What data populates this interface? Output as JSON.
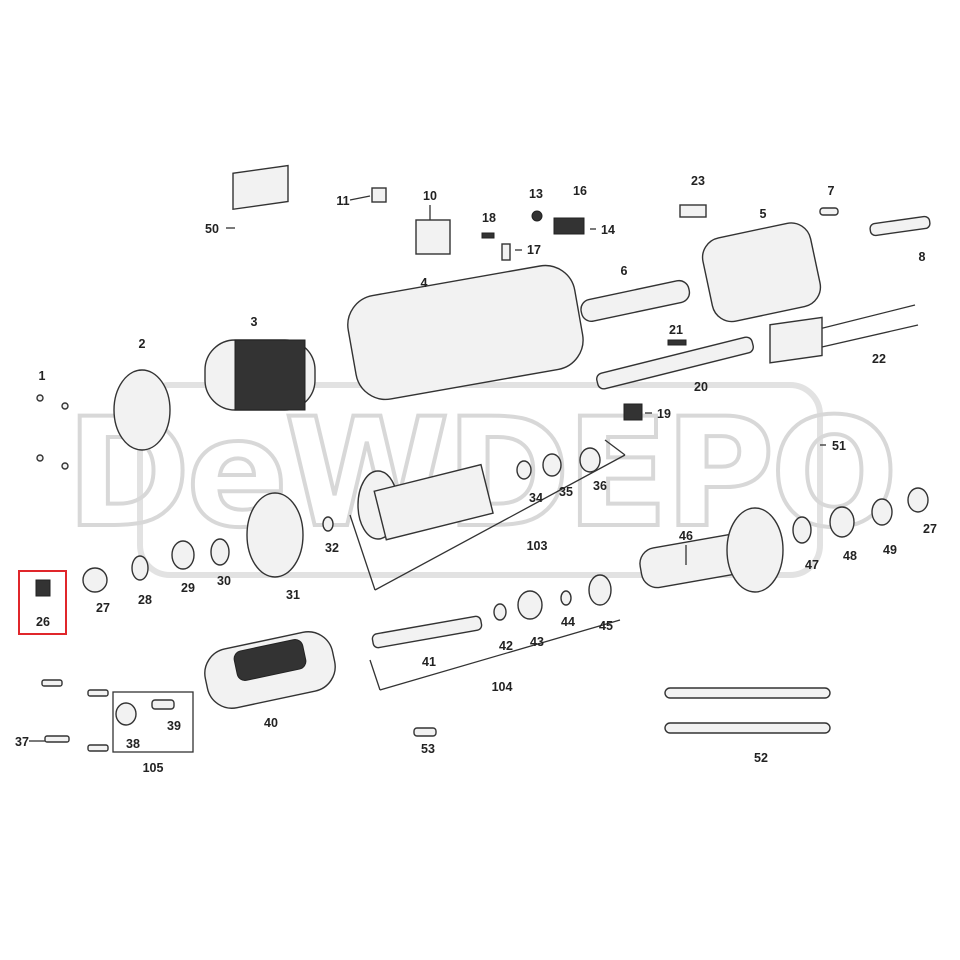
{
  "diagram": {
    "watermark": "DeWDEPO",
    "highlight_color": "#e0262b",
    "highlighted_part": "26",
    "labels": [
      "1",
      "2",
      "3",
      "4",
      "5",
      "6",
      "7",
      "8",
      "10",
      "11",
      "13",
      "14",
      "16",
      "17",
      "18",
      "19",
      "20",
      "21",
      "22",
      "23",
      "26",
      "27",
      "27",
      "28",
      "29",
      "30",
      "31",
      "32",
      "34",
      "35",
      "36",
      "37",
      "38",
      "39",
      "40",
      "41",
      "42",
      "43",
      "44",
      "45",
      "46",
      "47",
      "48",
      "49",
      "50",
      "51",
      "52",
      "53",
      "103",
      "104",
      "105"
    ]
  }
}
